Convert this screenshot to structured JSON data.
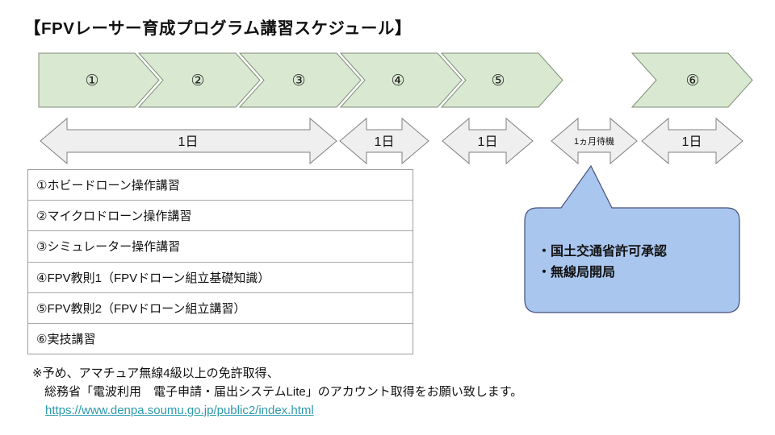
{
  "title": "【FPVレーサー育成プログラム講習スケジュール】",
  "process": {
    "steps": [
      "①",
      "②",
      "③",
      "④",
      "⑤",
      "⑥"
    ],
    "durations": [
      "1日",
      "1日",
      "1日",
      "1ヵ月待機",
      "1日"
    ]
  },
  "table": {
    "rows": [
      "①ホビードローン操作講習",
      "②マイクロドローン操作講習",
      "③シミュレーター操作講習",
      "④FPV教則1（FPVドローン組立基礎知識）",
      "⑤FPV教則2（FPVドローン組立講習）",
      "⑥実技講習"
    ]
  },
  "bubble": {
    "lines": [
      "・国土交通省許可承認",
      "・無線局開局"
    ]
  },
  "footer": {
    "line1": "※予め、アマチュア無線4級以上の免許取得、",
    "line2": "総務省「電波利用　電子申請・届出システムLite」のアカウント取得をお願い致します。",
    "link_text": "https://www.denpa.soumu.go.jp/public2/index.html",
    "link_href": "https://www.denpa.soumu.go.jp/public2/index.html"
  },
  "colors": {
    "chevron_fill": "#d9e8d1",
    "chevron_border": "#7f8d77",
    "arrow_fill": "#efefef",
    "arrow_border": "#7f7f7f",
    "bubble_fill": "#a9c6ef",
    "bubble_border": "#44517c",
    "link": "#2b9aad"
  }
}
